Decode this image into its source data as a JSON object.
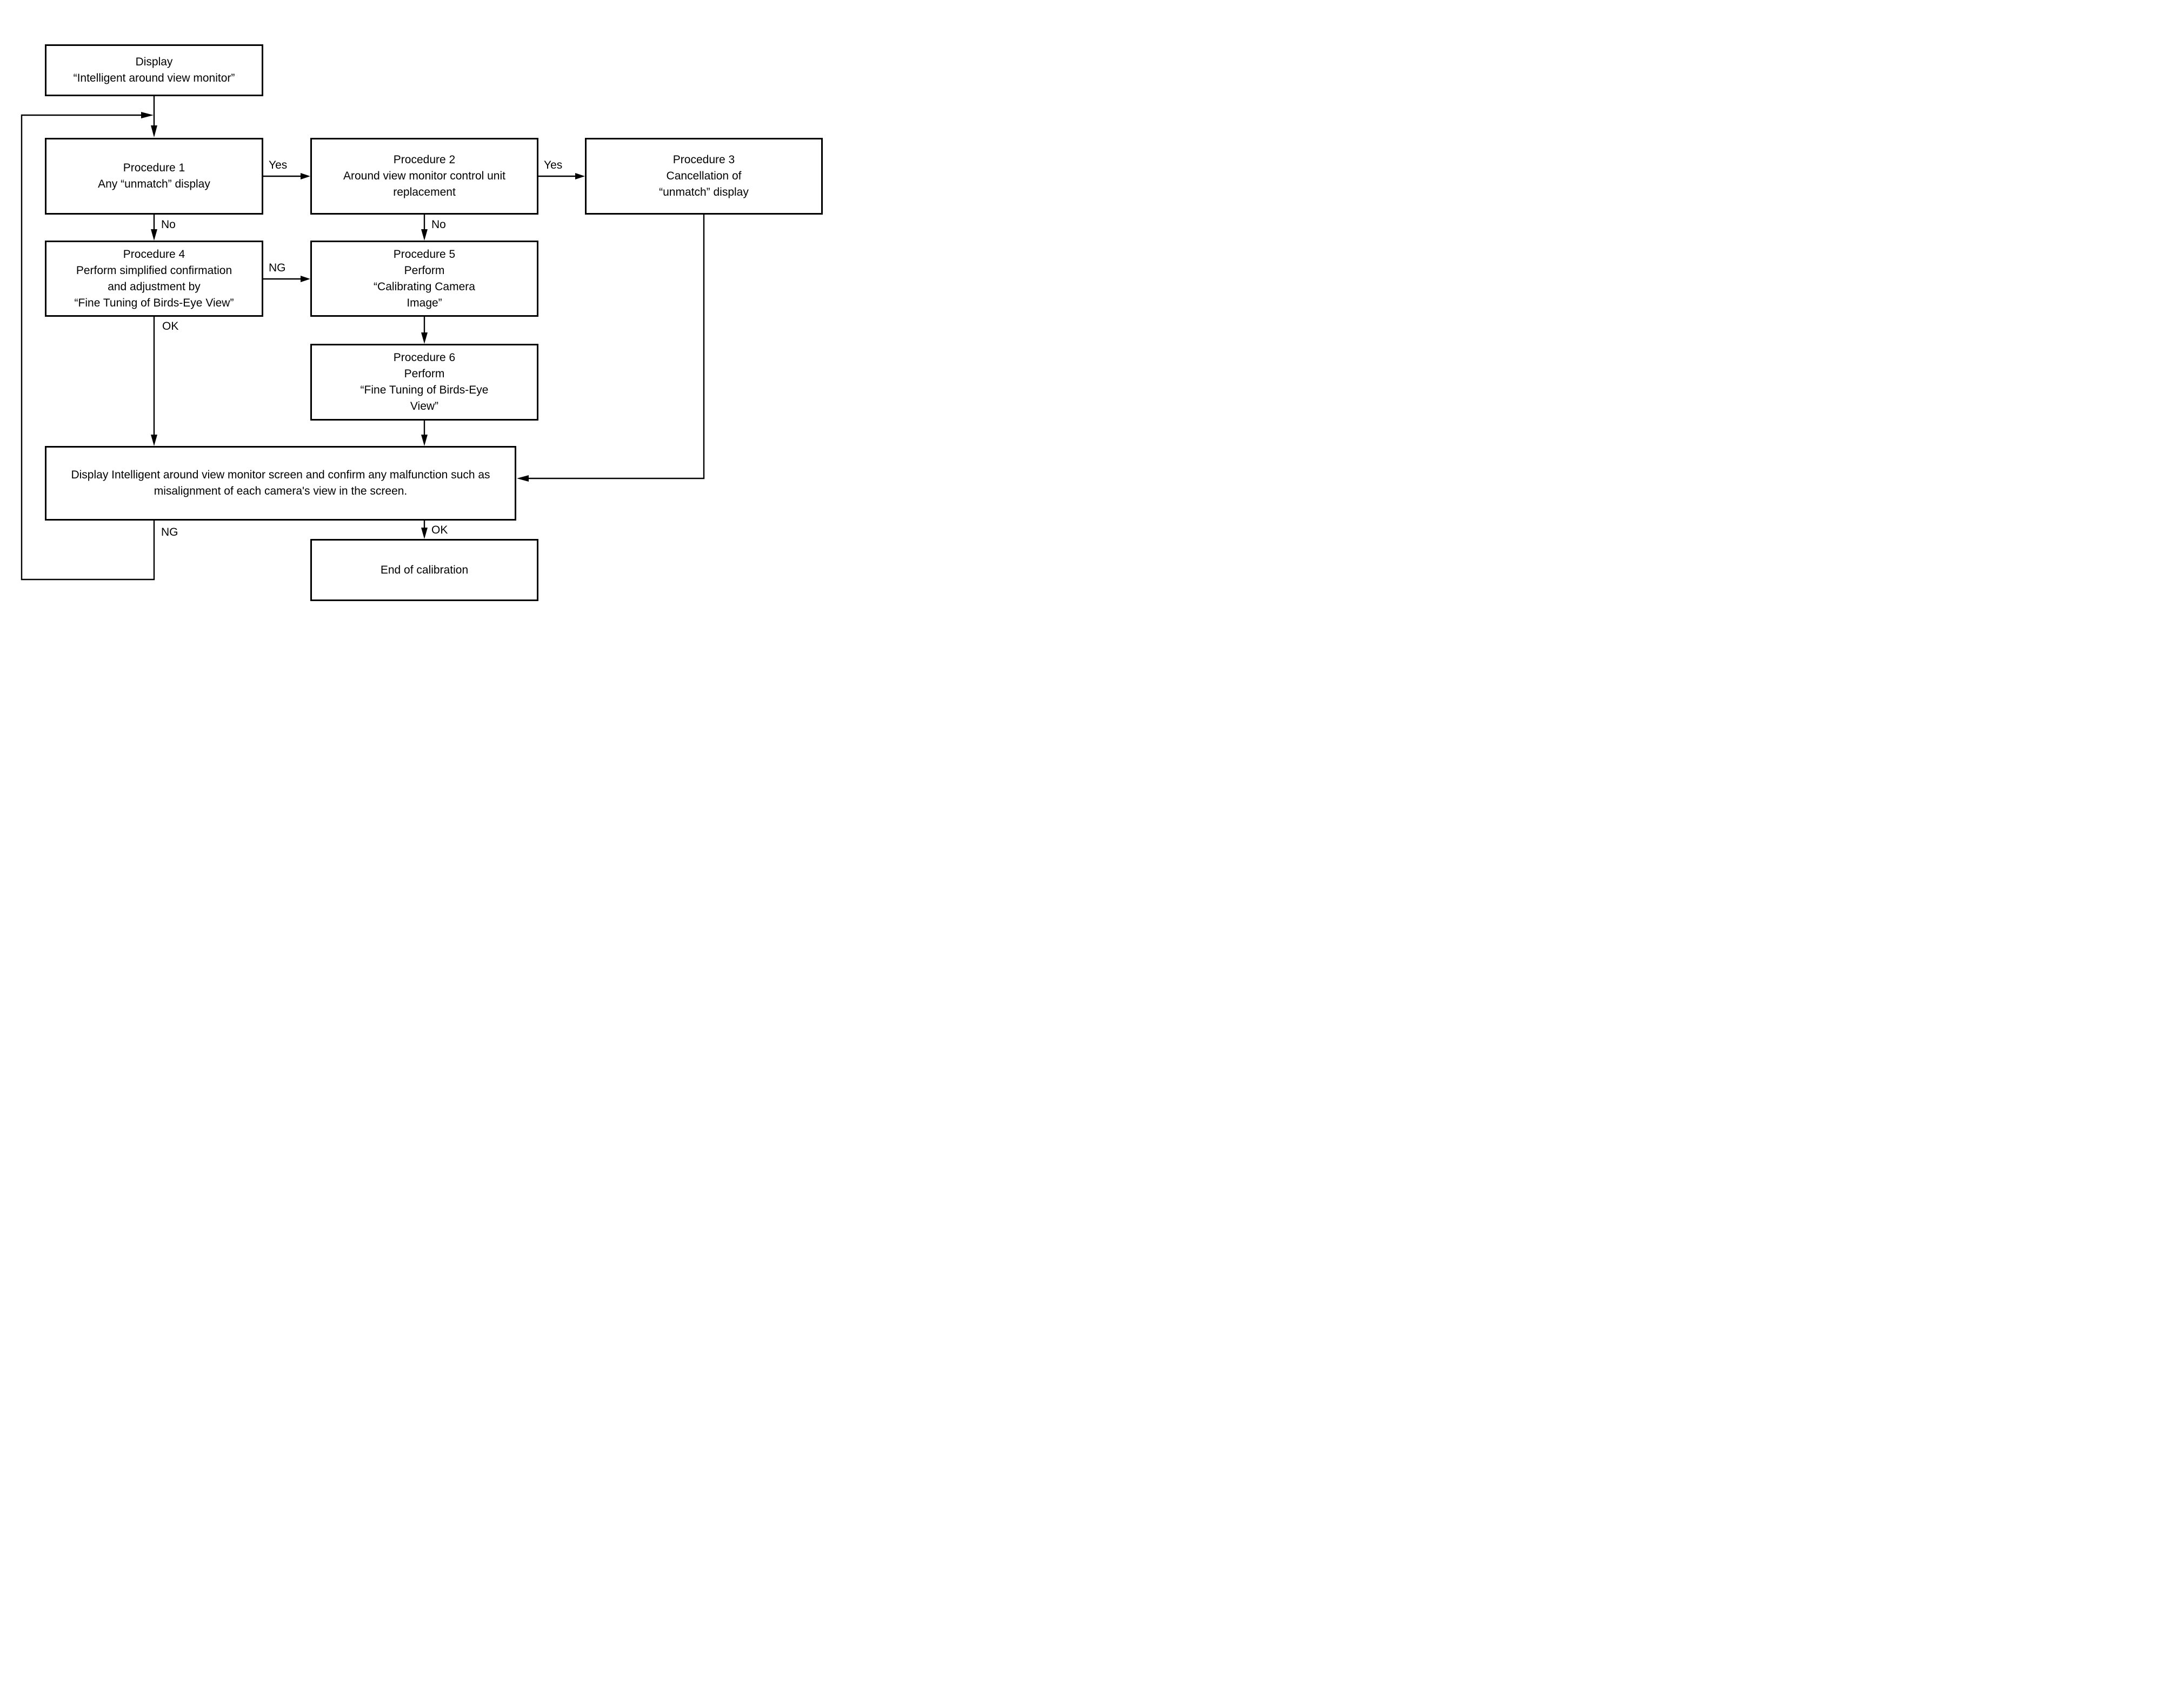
{
  "diagram": {
    "title_hint": "Intelligent around view monitor calibration flowchart",
    "colors": {
      "background": "#ffffff",
      "line": "#000000",
      "text": "#000000"
    },
    "boxes": {
      "display": {
        "lines": [
          "Display",
          "“Intelligent around view monitor”"
        ]
      },
      "procedure1": {
        "lines": [
          "Procedure 1",
          "Any “unmatch” display"
        ]
      },
      "procedure2": {
        "lines": [
          "Procedure 2",
          "Around view monitor control unit",
          "replacement"
        ]
      },
      "procedure3": {
        "lines": [
          "Procedure 3",
          "Cancellation of",
          "“unmatch” display"
        ]
      },
      "procedure4": {
        "lines": [
          "Procedure 4",
          "Perform simplified confirmation",
          "and adjustment by",
          "“Fine Tuning of Birds-Eye View”"
        ]
      },
      "procedure5": {
        "lines": [
          "Procedure 5",
          "Perform",
          "“Calibrating Camera",
          "Image”"
        ]
      },
      "procedure6": {
        "lines": [
          "Procedure 6",
          "Perform",
          "“Fine Tuning of Birds-Eye",
          "View”"
        ]
      },
      "confirm": {
        "lines": [
          "Display Intelligent around view monitor screen and confirm any malfunction such as",
          "misalignment of each camera's view in the screen."
        ]
      },
      "end": {
        "lines": [
          "End of calibration"
        ]
      }
    },
    "edge_labels": {
      "p1_yes": "Yes",
      "p2_yes": "Yes",
      "p1_no": "No",
      "p2_no": "No",
      "p4_ng": "NG",
      "p4_ok": "OK",
      "confirm_ng": "NG",
      "confirm_ok": "OK"
    }
  }
}
